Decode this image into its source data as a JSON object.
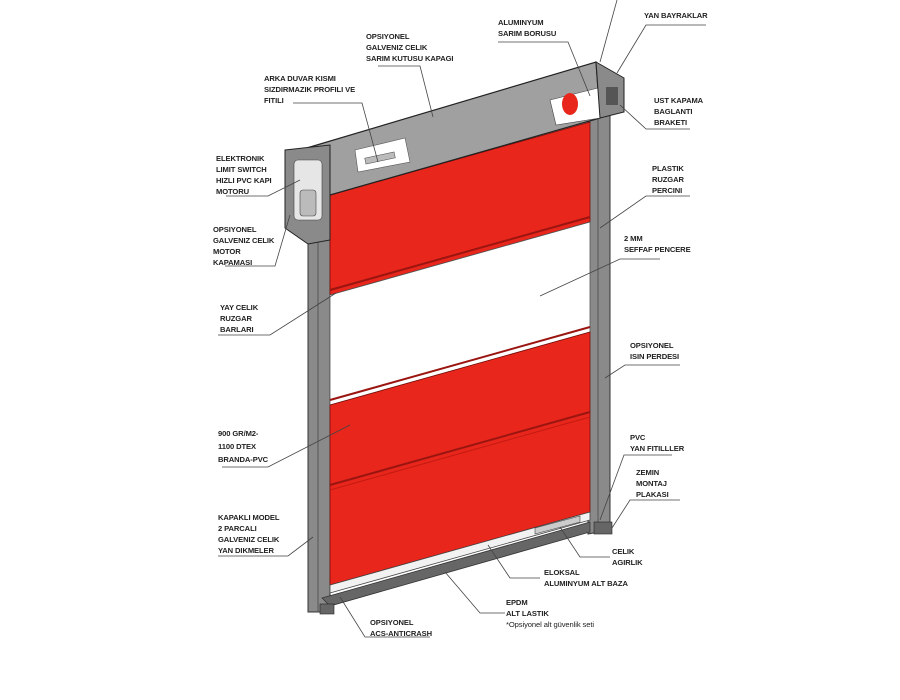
{
  "colors": {
    "curtain": "#e8261c",
    "frame": "#8a8a8a",
    "frame_dark": "#555555",
    "housing": "#a0a0a0",
    "leader": "#444444"
  },
  "labels": {
    "cover": [
      "OPSIYONEL",
      "GALVENIZ CELIK",
      "SARIM KUTUSU KAPAGI"
    ],
    "seal": [
      "ARKA DUVAR KISMI",
      "SIZDIRMAZIK PROFILI VE",
      "FITILI"
    ],
    "tube": [
      "ALUMINYUM",
      "SARIM BORUSU"
    ],
    "flags": [
      "YAN BAYRAKLAR"
    ],
    "bracket": [
      "UST KAPAMA",
      "BAGLANTI",
      "BRAKETI"
    ],
    "rivet": [
      "PLASTIK",
      "RUZGAR",
      "PERCINI"
    ],
    "window": [
      "2 MM",
      "SEFFAF PENCERE"
    ],
    "motor": [
      "ELEKTRONIK",
      "LIMIT SWITCH",
      "HIZLI PVC KAPI",
      "MOTORU"
    ],
    "motor_cover": [
      "OPSIYONEL",
      "GALVENIZ CELIK",
      "MOTOR",
      "KAPAMASI"
    ],
    "wind_bars": [
      "YAY CELIK",
      "RUZGAR",
      "BARLARI"
    ],
    "fabric": [
      "900 GR/M2-",
      "1100 DTEX",
      "BRANDA-PVC"
    ],
    "posts": [
      "KAPAKLI MODEL",
      "2 PARCALI",
      "GALVENIZ CELIK",
      "YAN DIKMELER"
    ],
    "photocell": [
      "OPSIYONEL",
      "ISIN PERDESI"
    ],
    "side_seals": [
      "PVC",
      "YAN FITILLLER"
    ],
    "floor_plate": [
      "ZEMIN",
      "MONTAJ",
      "PLAKASI"
    ],
    "weight": [
      "CELIK",
      "AGIRLIK"
    ],
    "bottom_bar": [
      "ELOKSAL",
      "ALUMINYUM ALT BAZA"
    ],
    "rubber": [
      "EPDM",
      "ALT LASTIK"
    ],
    "rubber_note": "*Opsiyonel alt güvenlik seti",
    "anticrash": [
      "OPSIYONEL",
      "ACS-ANTICRASH"
    ]
  }
}
